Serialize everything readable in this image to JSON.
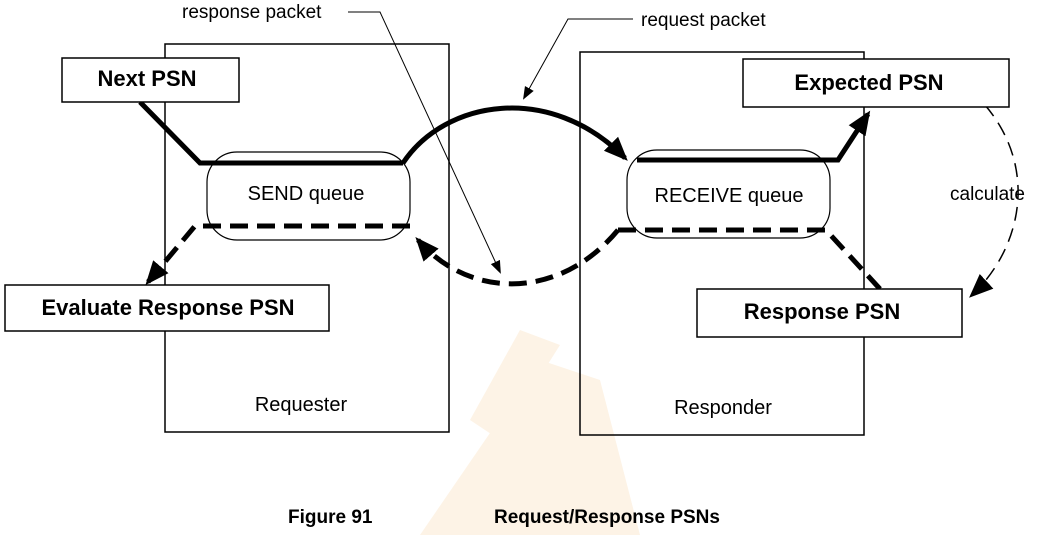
{
  "diagram": {
    "nodes": {
      "next_psn": "Next PSN",
      "expected_psn": "Expected PSN",
      "evaluate_response_psn": "Evaluate Response PSN",
      "response_psn": "Response PSN",
      "send_queue": "SEND queue",
      "receive_queue": "RECEIVE queue",
      "requester": "Requester",
      "responder": "Responder"
    },
    "callouts": {
      "response_packet": "response packet",
      "request_packet": "request packet",
      "calculate": "calculate"
    }
  },
  "caption": {
    "figure_number": "Figure 91",
    "title": "Request/Response PSNs"
  },
  "colors": {
    "ink": "#000000",
    "watermark": "#fdf3e6"
  }
}
